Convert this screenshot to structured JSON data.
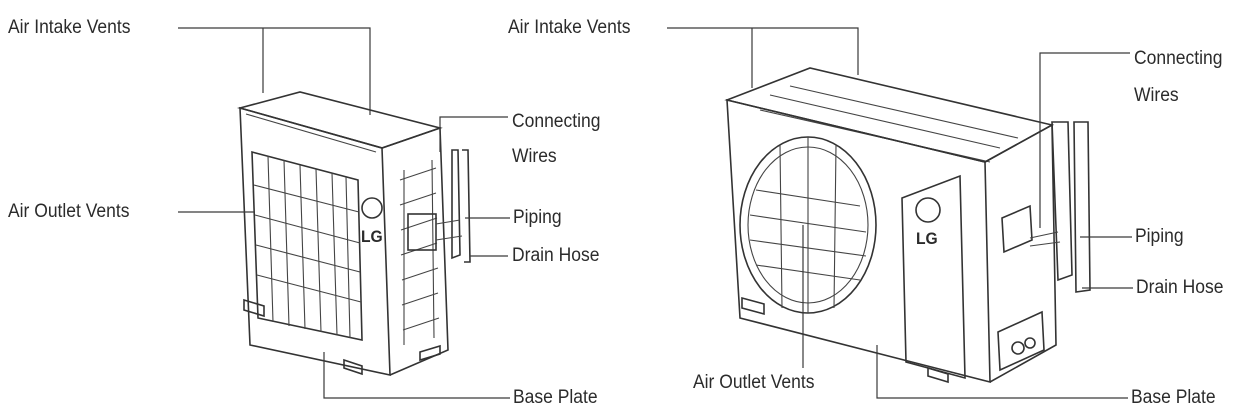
{
  "brand_logo": "LG",
  "left_unit": {
    "labels": {
      "air_intake_vents": "Air Intake Vents",
      "connecting_wires": "Connecting\nWires",
      "air_outlet_vents": "Air Outlet Vents",
      "piping": "Piping",
      "drain_hose": "Drain Hose",
      "base_plate": "Base Plate"
    }
  },
  "right_unit": {
    "labels": {
      "air_intake_vents": "Air Intake Vents",
      "connecting_wires": "Connecting\nWires",
      "piping": "Piping",
      "drain_hose": "Drain Hose",
      "air_outlet_vents": "Air Outlet Vents",
      "base_plate": "Base Plate"
    }
  }
}
